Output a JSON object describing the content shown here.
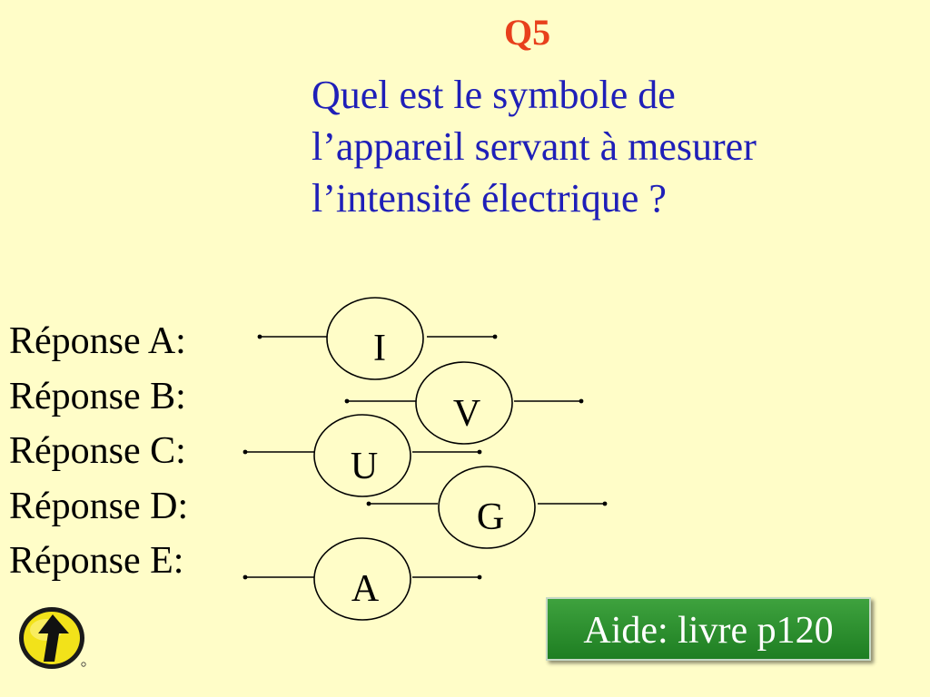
{
  "slide": {
    "title": "Q5",
    "question_lines": [
      "Quel est le symbole de",
      "l’appareil servant à mesurer",
      "l’intensité électrique ?"
    ],
    "answers": [
      "Réponse A:",
      "Réponse B:",
      "Réponse C:",
      "Réponse D:",
      "Réponse E:"
    ],
    "symbols": [
      "I",
      "V",
      "U",
      "G",
      "A"
    ],
    "help_label": "Aide: livre p120",
    "back_icon": "up-arrow-icon"
  },
  "colors": {
    "background": "#FFFDC8",
    "title": "#E8401C",
    "question": "#1F1FB8",
    "help_button": "#2E8E2E",
    "help_text": "#FFFFFF"
  }
}
